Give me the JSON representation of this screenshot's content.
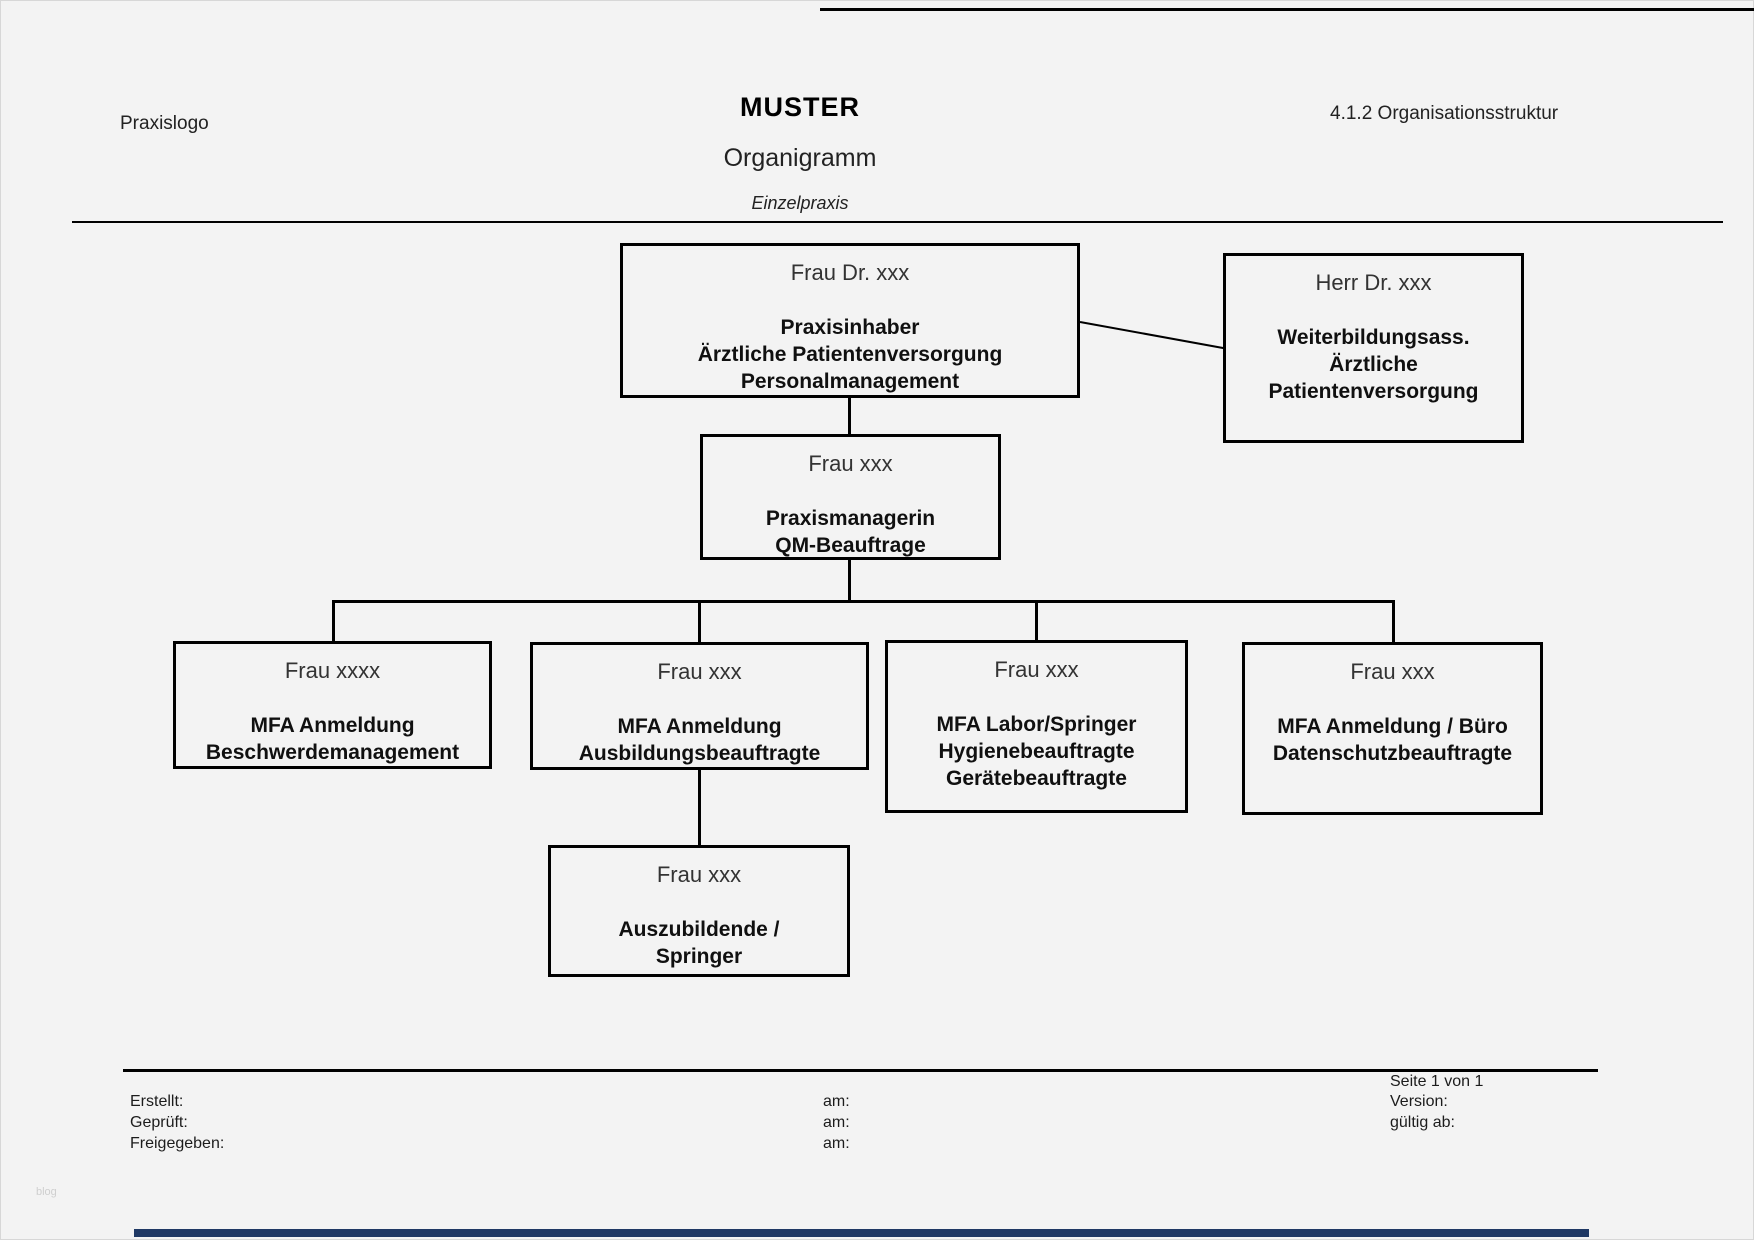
{
  "header": {
    "praxislogo": "Praxislogo",
    "org_name": "MUSTER",
    "title": "Organigramm",
    "subtitle": "Einzelpraxis",
    "section_ref": "4.1.2 Organisationsstruktur"
  },
  "org_chart": {
    "nodes": [
      {
        "name": "Frau Dr. xxx",
        "roles": [
          "Praxisinhaber",
          "Ärztliche Patientenversorgung",
          "Personalmanagement"
        ]
      },
      {
        "name": "Herr Dr. xxx",
        "roles": [
          "Weiterbildungsass.",
          "Ärztliche",
          "Patientenversorgung"
        ]
      },
      {
        "name": "Frau xxx",
        "roles": [
          "Praxismanagerin",
          "QM-Beauftrage"
        ]
      },
      {
        "name": "Frau xxxx",
        "roles": [
          "MFA Anmeldung",
          "Beschwerdemanagement"
        ]
      },
      {
        "name": "Frau xxx",
        "roles": [
          "MFA Anmeldung",
          "Ausbildungsbeauftragte"
        ]
      },
      {
        "name": "Frau xxx",
        "roles": [
          "MFA Labor/Springer",
          "Hygienebeauftragte",
          "Gerätebeauftragte"
        ]
      },
      {
        "name": "Frau xxx",
        "roles": [
          "MFA Anmeldung / Büro",
          "Datenschutzbeauftragte"
        ]
      },
      {
        "name": "Frau xxx",
        "roles": [
          "Auszubildende /",
          "Springer"
        ]
      }
    ],
    "edges": [
      "Praxisinhaber — Weiterbildungsass. (lateral)",
      "Praxisinhaber → Praxismanagerin",
      "Praxismanagerin → MFA Anmeldung / Beschwerdemanagement",
      "Praxismanagerin → MFA Anmeldung / Ausbildungsbeauftragte",
      "Praxismanagerin → MFA Labor/Springer",
      "Praxismanagerin → MFA Anmeldung / Büro",
      "MFA Anmeldung / Ausbildungsbeauftragte → Auszubildende / Springer"
    ]
  },
  "footer": {
    "page_info": "Seite 1 von 1",
    "erstellt": "Erstellt:",
    "geprueft": "Geprüft:",
    "freigegeben": "Freigegeben:",
    "am1": "am:",
    "am2": "am:",
    "am3": "am:",
    "version": "Version:",
    "gueltig_ab": "gültig ab:"
  },
  "watermark": "blog",
  "colors": {
    "page_bg": "#f3f3f3",
    "line": "#000000",
    "bottom_bar": "#1f3864",
    "watermark": "#cfcfcf"
  }
}
